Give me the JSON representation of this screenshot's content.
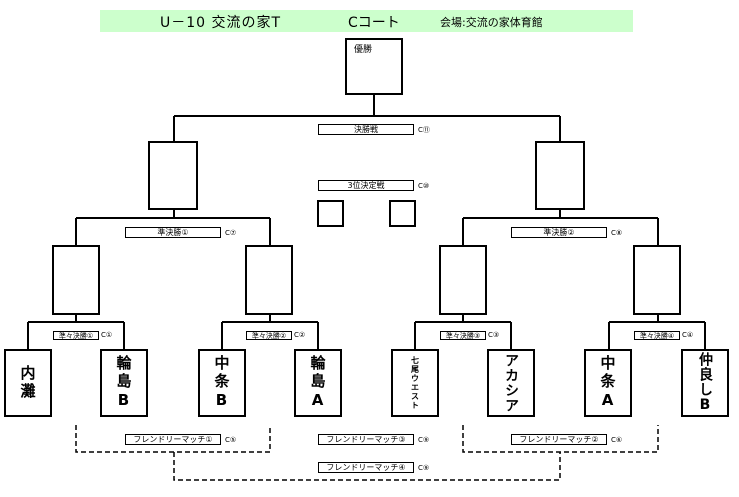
{
  "header": {
    "title": "U－10 交流の家T",
    "court": "Cコート",
    "venue": "会場:交流の家体育館"
  },
  "bracket": {
    "winner": "優勝",
    "final": {
      "label": "決勝戦",
      "court": "C⑪"
    },
    "third_place": {
      "label": "3位決定戦",
      "court": "C⑩"
    },
    "semifinals": [
      {
        "label": "準決勝①",
        "court": "C⑦"
      },
      {
        "label": "準決勝②",
        "court": "C⑧"
      }
    ],
    "quarterfinals": [
      {
        "label": "準々決勝①",
        "court": "C①"
      },
      {
        "label": "準々決勝②",
        "court": "C②"
      },
      {
        "label": "準々決勝③",
        "court": "C③"
      },
      {
        "label": "準々決勝④",
        "court": "C④"
      }
    ],
    "teams": [
      "内灘",
      "輪島B",
      "中条B",
      "輪島A",
      "七尾ウエスト",
      "アカシア",
      "中条A",
      "仲良しB"
    ],
    "friendly": [
      {
        "label": "フレンドリーマッチ①",
        "court": "C⑤"
      },
      {
        "label": "フレンドリーマッチ③",
        "court": "C⑨"
      },
      {
        "label": "フレンドリーマッチ②",
        "court": "C⑥"
      },
      {
        "label": "フレンドリーマッチ④",
        "court": "C⑨"
      }
    ]
  }
}
